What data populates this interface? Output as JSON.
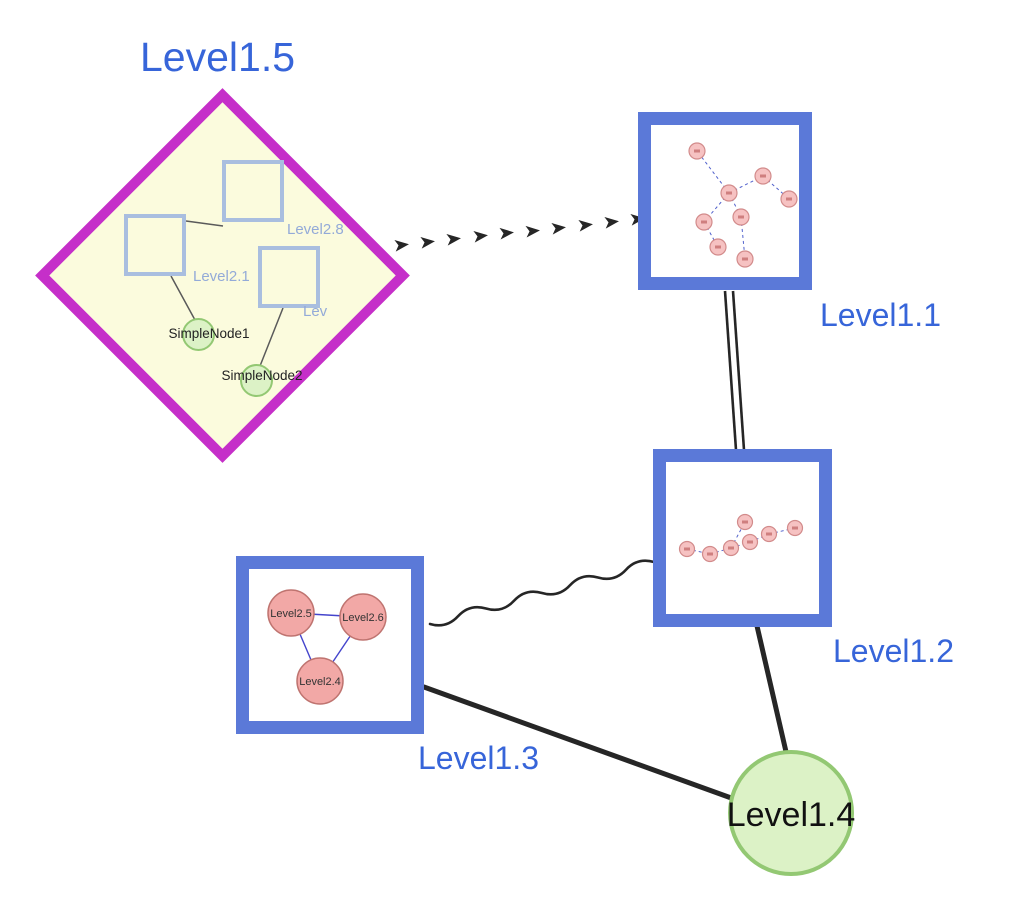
{
  "graph": {
    "top_nodes": {
      "level1_1": {
        "label": "Level1.1",
        "type": "group-square"
      },
      "level1_2": {
        "label": "Level1.2",
        "type": "group-square"
      },
      "level1_3": {
        "label": "Level1.3",
        "type": "group-square"
      },
      "level1_4": {
        "label": "Level1.4",
        "type": "circle"
      },
      "level1_5": {
        "label": "Level1.5",
        "type": "group-diamond"
      }
    },
    "level1_5_contents": {
      "square_labels": [
        "Level2.8",
        "Level2.1",
        "Lev"
      ],
      "simple_nodes": [
        "SimpleNode1",
        "SimpleNode2"
      ]
    },
    "level1_3_contents": {
      "node_labels": [
        "Level2.5",
        "Level2.6",
        "Level2.4"
      ]
    },
    "edges": [
      {
        "from": "Level1.5",
        "to": "Level1.1",
        "style": "dashed-arrowheads"
      },
      {
        "from": "Level1.1",
        "to": "Level1.2",
        "style": "double-line"
      },
      {
        "from": "Level1.3",
        "to": "Level1.2",
        "style": "wavy"
      },
      {
        "from": "Level1.3",
        "to": "Level1.4",
        "style": "solid"
      },
      {
        "from": "Level1.2",
        "to": "Level1.4",
        "style": "solid"
      }
    ],
    "colors": {
      "group_border": "#5b79d8",
      "label_blue": "#3765d9",
      "inner_label_blue": "#93aad8",
      "diamond_border": "#c52fc9",
      "diamond_fill": "#fbfbdd",
      "green_fill": "#dcf2c6",
      "green_border": "#93c873",
      "pink_fill": "#f2a8a6",
      "pink_border": "#bf7470",
      "small_pink_fill": "#f6c2c2",
      "small_pink_border": "#d28b8b",
      "edge_dark": "#262626",
      "inner_edge_blue": "#5161cc"
    }
  }
}
